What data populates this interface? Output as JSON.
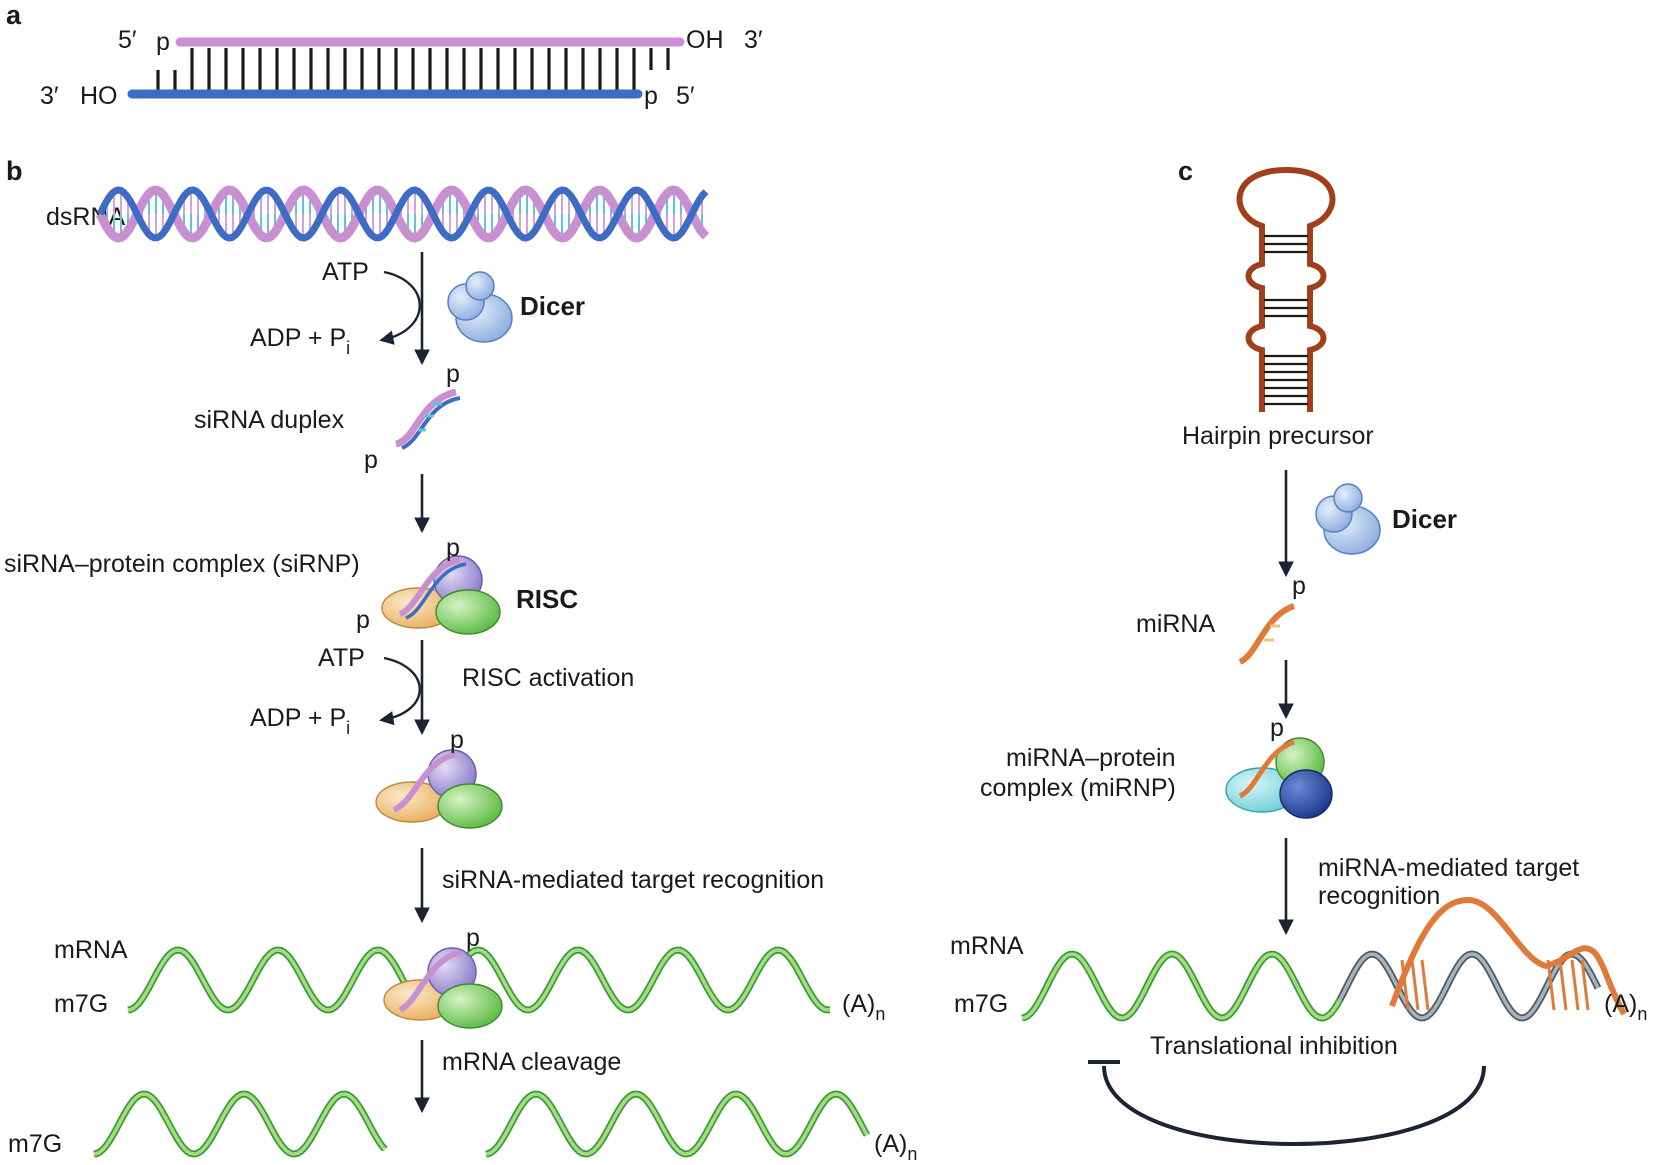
{
  "panels": {
    "a": "a",
    "b": "b",
    "c": "c"
  },
  "panel_a": {
    "top_5prime": "5′",
    "top_p": "p",
    "top_oh": "OH",
    "top_3prime": "3′",
    "bottom_3prime": "3′",
    "bottom_ho": "HO",
    "bottom_p": "p",
    "bottom_5prime": "5′"
  },
  "panel_b": {
    "dsrna": "dsRNA",
    "atp": "ATP",
    "adp": "ADP + P",
    "pi_sub": "i",
    "dicer": "Dicer",
    "p": "p",
    "sirna_duplex": "siRNA duplex",
    "sirnp": "siRNA–protein complex (siRNP)",
    "risc": "RISC",
    "risc_activation": "RISC activation",
    "target_recognition": "siRNA-mediated target recognition",
    "mrna": "mRNA",
    "m7g": "m7G",
    "polya": "(A)",
    "polya_sub": "n",
    "cleavage": "mRNA cleavage"
  },
  "panel_c": {
    "hairpin": "Hairpin precursor",
    "dicer": "Dicer",
    "p": "p",
    "mirna": "miRNA",
    "mirnp_line1": "miRNA–protein",
    "mirnp_line2": "complex (miRNP)",
    "target_line1": "miRNA-mediated target",
    "target_line2": "recognition",
    "mrna": "mRNA",
    "m7g": "m7G",
    "polya": "(A)",
    "polya_sub": "n",
    "inhibition": "Translational inhibition"
  },
  "colors": {
    "sense_strand": "#c890d0",
    "antisense_strand": "#3d6cc4",
    "dicer": "#a9c4e8",
    "mrna_dark": "#3a9a3a",
    "mrna_light": "#9fd47c",
    "mirna": "#e07a3a",
    "hairpin": "#a0401a",
    "risc_orange": "#f2c37a",
    "risc_green": "#8fd46e",
    "risc_purple": "#a89ad6"
  }
}
